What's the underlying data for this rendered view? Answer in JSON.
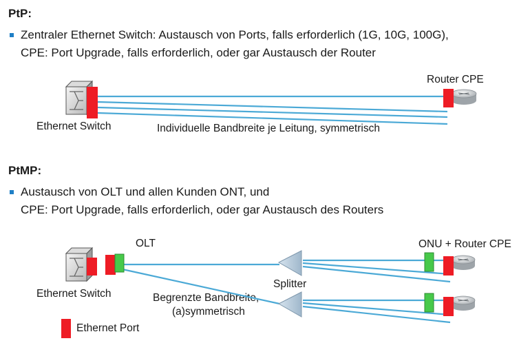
{
  "ptp": {
    "heading": "PtP:",
    "bullet_line1": "Zentraler Ethernet Switch: Austausch von Ports, falls erforderlich (1G, 10G, 100G),",
    "bullet_line2": "CPE: Port Upgrade, falls erforderlich, oder gar Austausch der Router",
    "switch_label": "Ethernet Switch",
    "router_label": "Router CPE",
    "bandwidth_label": "Individuelle Bandbreite je Leitung, symmetrisch"
  },
  "ptmp": {
    "heading": "PtMP:",
    "bullet_line1": "Austausch von OLT und allen Kunden ONT, und",
    "bullet_line2": "CPE: Port Upgrade, falls erforderlich, oder gar Austausch des Routers",
    "switch_label": "Ethernet Switch",
    "olt_label": "OLT",
    "onu_label": "ONU + Router CPE",
    "splitter_label": "Splitter",
    "bandwidth_label_line1": "Begrenzte Bandbreite,",
    "bandwidth_label_line2": "(a)symmetrisch"
  },
  "legend": {
    "port_label": "Ethernet Port"
  },
  "colors": {
    "fiber": "#4ba9d6",
    "port": "#ee1c25",
    "onu": "#47c94a",
    "splitter": "#b7c9d8",
    "bullet": "#1f7fc6"
  }
}
